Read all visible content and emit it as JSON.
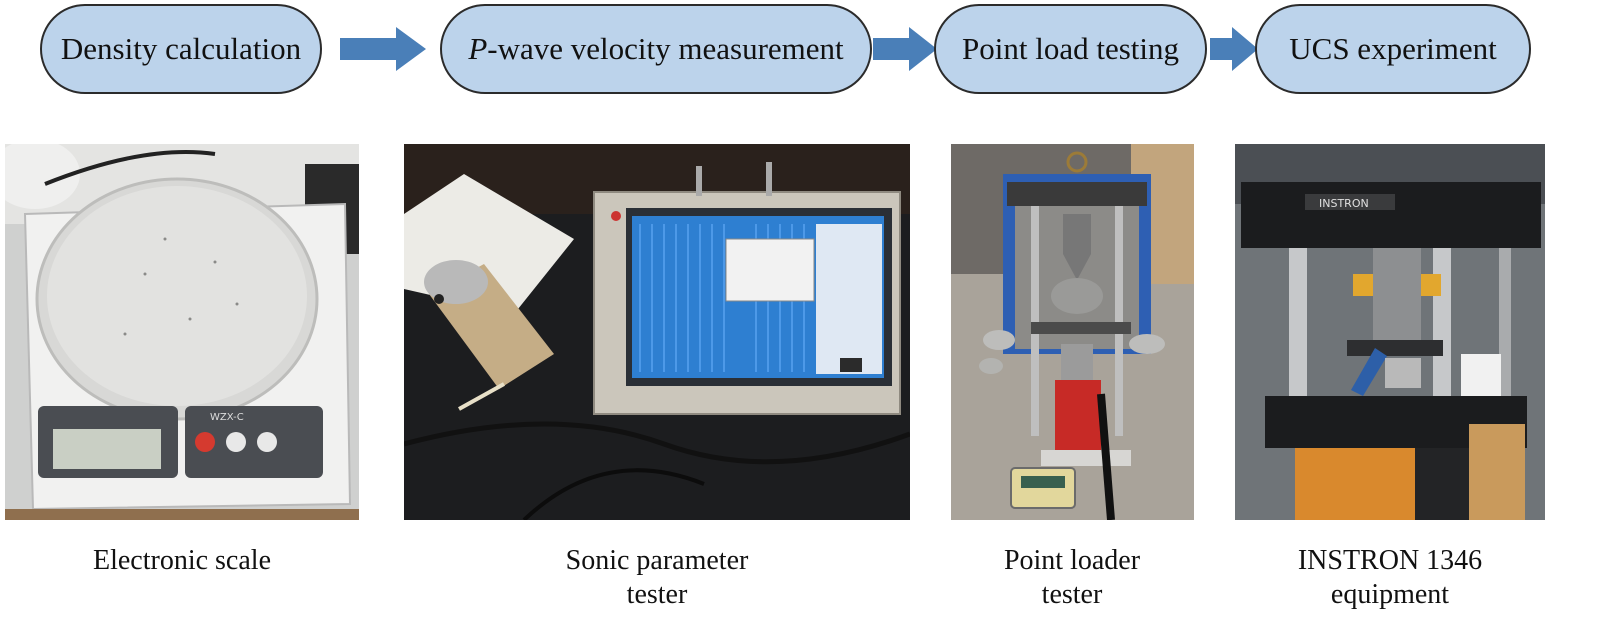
{
  "workflow": {
    "steps": [
      {
        "id": "density",
        "label": "Density calculation"
      },
      {
        "id": "pwave",
        "label_italic": "P",
        "label": "-wave velocity measurement"
      },
      {
        "id": "point_load",
        "label": "Point load testing"
      },
      {
        "id": "ucs",
        "label": "UCS experiment"
      }
    ]
  },
  "equipment": [
    {
      "id": "scale",
      "caption_lines": [
        "Electronic scale"
      ],
      "display_text": "WZX-C"
    },
    {
      "id": "sonic",
      "caption_lines": [
        "Sonic parameter",
        "tester"
      ]
    },
    {
      "id": "loader",
      "caption_lines": [
        "Point loader",
        "tester"
      ]
    },
    {
      "id": "instron",
      "caption_lines": [
        "INSTRON 1346",
        "equipment"
      ],
      "brand_text": "INSTRON"
    }
  ],
  "colors": {
    "step_fill": "#bcd3eb",
    "step_border": "#2b2b2b",
    "arrow": "#4a7fb8"
  }
}
